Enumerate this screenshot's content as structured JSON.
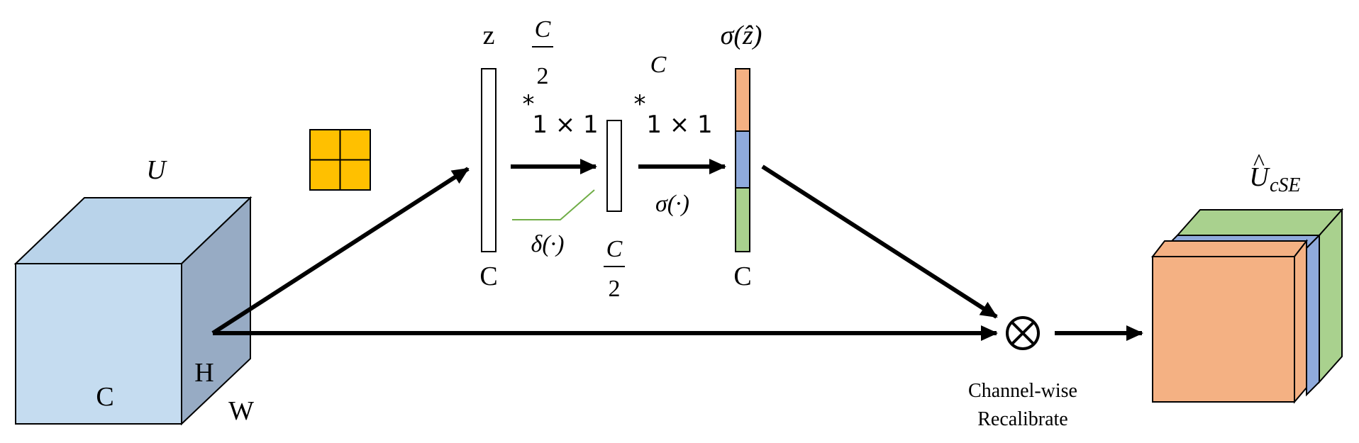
{
  "input": {
    "name": "U",
    "dims": {
      "channels": "C",
      "height": "H",
      "width": "W"
    }
  },
  "squeeze": {
    "vector_label": "z",
    "length_label": "C"
  },
  "conv1": {
    "op": "*",
    "kernel": "1 × 1",
    "out_channels_num": "C",
    "out_channels_den": "2",
    "activation": "δ(·)"
  },
  "mid": {
    "length_num": "C",
    "length_den": "2"
  },
  "conv2": {
    "op": "*",
    "kernel": "1 × 1",
    "out_channels": "C",
    "activation": "σ(·)"
  },
  "excite": {
    "label": "σ(ẑ)",
    "length_label": "C"
  },
  "recalibrate": {
    "symbol": "⊗",
    "caption_line1": "Channel-wise",
    "caption_line2": "Recalibrate"
  },
  "output": {
    "name": "U",
    "hat": "^",
    "subscript": "cSE"
  },
  "colors": {
    "cube_front": "#c5dcf0",
    "cube_top": "#b9d3ea",
    "cube_side": "#97abc4",
    "pool_icon": "#ffc000",
    "orange": "#f4b183",
    "blue": "#8faadc",
    "green": "#a9d18e",
    "relu_line": "#70ad47"
  }
}
